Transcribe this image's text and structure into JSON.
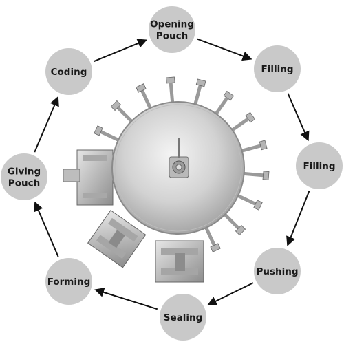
{
  "diagram": {
    "steps": [
      {
        "id": "opening-pouch",
        "lines": [
          "Opening",
          "Pouch"
        ]
      },
      {
        "id": "filling-1",
        "lines": [
          "Filling"
        ]
      },
      {
        "id": "filling-2",
        "lines": [
          "Filling"
        ]
      },
      {
        "id": "pushing",
        "lines": [
          "Pushing"
        ]
      },
      {
        "id": "sealing",
        "lines": [
          "Sealing"
        ]
      },
      {
        "id": "forming",
        "lines": [
          "Forming"
        ]
      },
      {
        "id": "giving-pouch",
        "lines": [
          "Giving",
          "Pouch"
        ]
      },
      {
        "id": "coding",
        "lines": [
          "Coding"
        ]
      }
    ],
    "colors": {
      "node_fill": "#c9c9c9",
      "arrow": "#111111",
      "text": "#1a1a1a"
    },
    "center_image": "rotary-pouch-machine-turntable"
  }
}
